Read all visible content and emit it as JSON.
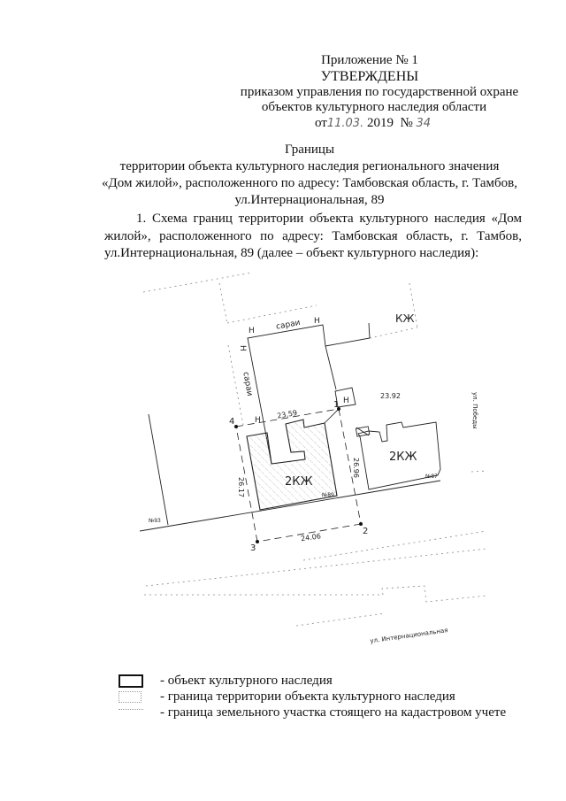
{
  "header": {
    "appendix": "Приложение № 1",
    "approved": "УТВЕРЖДЕНЫ",
    "order_line1": "приказом управления по государственной охране",
    "order_line2": "объектов культурного наследия области",
    "date_prefix": "от",
    "date_handwritten": "11.03.",
    "year": "2019",
    "number_sign": "№",
    "number_handwritten": "34"
  },
  "title": {
    "line1": "Границы",
    "line2": "территории объекта культурного наследия регионального значения",
    "line3": "«Дом жилой», расположенного по адресу: Тамбовская область, г. Тамбов,",
    "line4": "ул.Интернациональная, 89"
  },
  "paragraph": {
    "line1": "1. Схема границ территории объекта культурного наследия «Дом",
    "line2": "жилой», расположенного по адресу: Тамбовская область, г. Тамбов,",
    "line3": "ул.Интернациональная, 89 (далее – объект культурного наследия):"
  },
  "map": {
    "labels": {
      "kzh_top": "КЖ",
      "shed_top": "сараи",
      "shed_side": "сараи",
      "n1": "Н",
      "n2": "Н",
      "n3": "Н",
      "n4": "Н",
      "n5": "Н",
      "dim_top": "23.59",
      "dim_right": "26.96",
      "dim_left": "26.17",
      "dim_bottom": "24.06",
      "dim_neighbor": "23.92",
      "main_building": "2КЖ",
      "right_building": "2КЖ",
      "no93": "№93",
      "no89": "№89",
      "no87": "№87",
      "street_side": "ул. Победы",
      "street_main": "ул. Интернациональная",
      "point1": "1",
      "point2": "2",
      "point3": "3",
      "point4": "4"
    },
    "colors": {
      "line": "#222222",
      "dotted": "#888888",
      "hatch": "#999999"
    }
  },
  "legend": {
    "items": [
      {
        "icon": "solid-rectangle",
        "label": "- объект культурного наследия"
      },
      {
        "icon": "dotted-rectangle",
        "label": "- граница территории объекта культурного наследия"
      },
      {
        "icon": "dotted-line",
        "label": "- граница земельного участка стоящего на кадастровом учете"
      }
    ]
  }
}
